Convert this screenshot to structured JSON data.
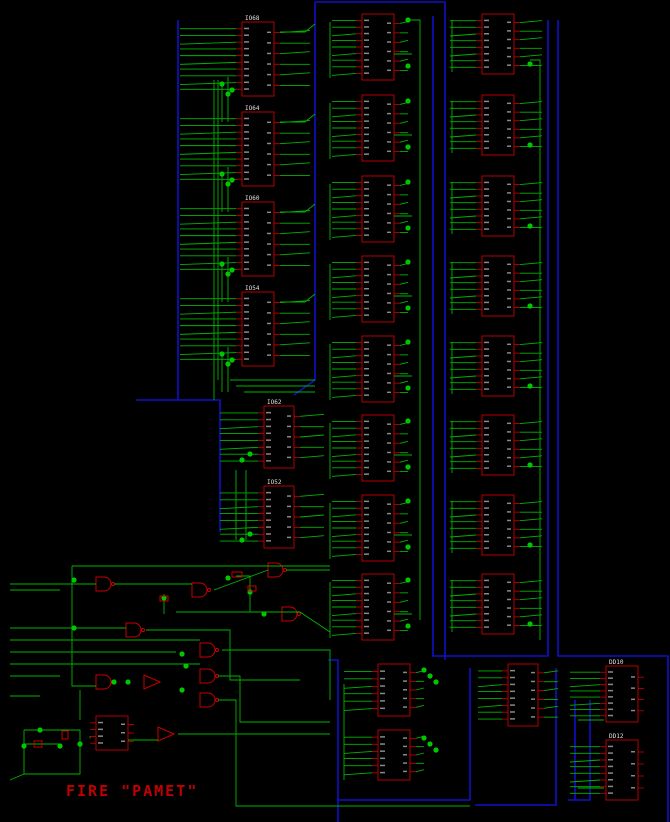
{
  "title": "FIRE \"PAMET\"",
  "chips": {
    "col1": [
      "IO68",
      "IO64",
      "IO60",
      "IO54"
    ],
    "mid": [
      "IO62",
      "IO52"
    ],
    "right": [
      "DD10",
      "DD12"
    ]
  },
  "colors": {
    "background": "#000000",
    "chip": "#b40000",
    "wire": "#00b400",
    "bus": "#1010c8",
    "title": "#c00000"
  }
}
